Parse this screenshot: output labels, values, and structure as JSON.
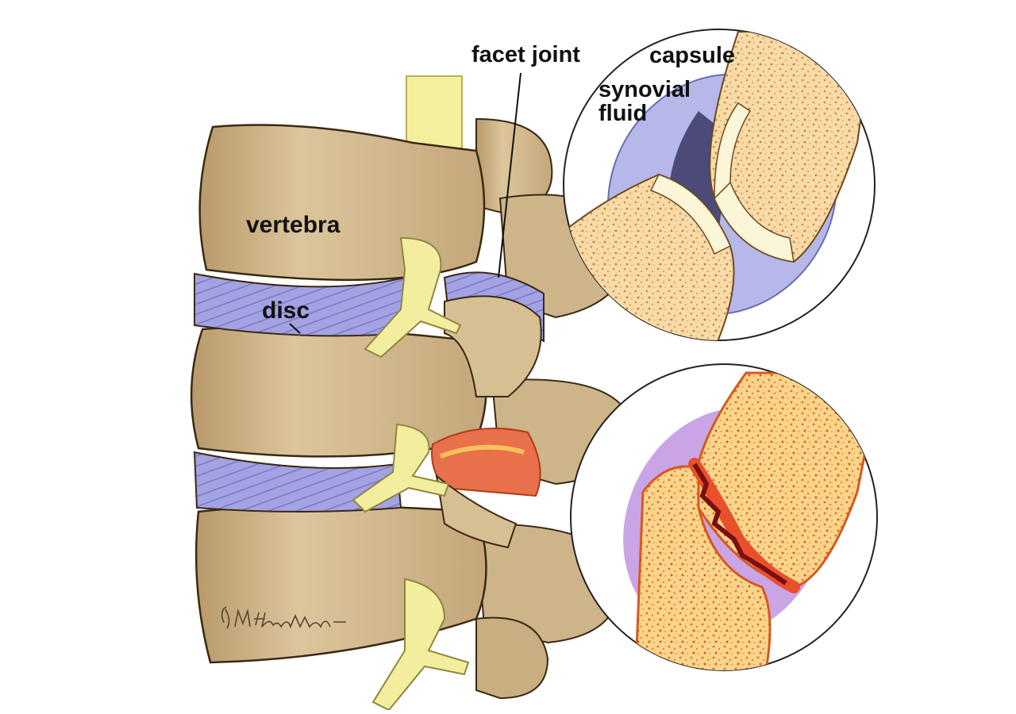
{
  "labels": {
    "facet_joint": "facet joint",
    "capsule": "capsule",
    "synovial_fluid_line1": "synovial",
    "synovial_fluid_line2": "fluid",
    "vertebra": "vertebra",
    "disc": "disc"
  },
  "signature_text": "S.M. Hendwath",
  "colors": {
    "bone": "#d7bf94",
    "bone_shadow": "#b09466",
    "disc": "#9d9ce0",
    "nerve": "#f3ee9e",
    "spongy_bone": "#f7d9a4",
    "cartilage": "#fcf6d8",
    "synovial_fluid": "#4b4a78",
    "capsule": "#b5b8e8",
    "inflamed": "#e8502c",
    "inflamed_glow": "#f6c05a"
  }
}
